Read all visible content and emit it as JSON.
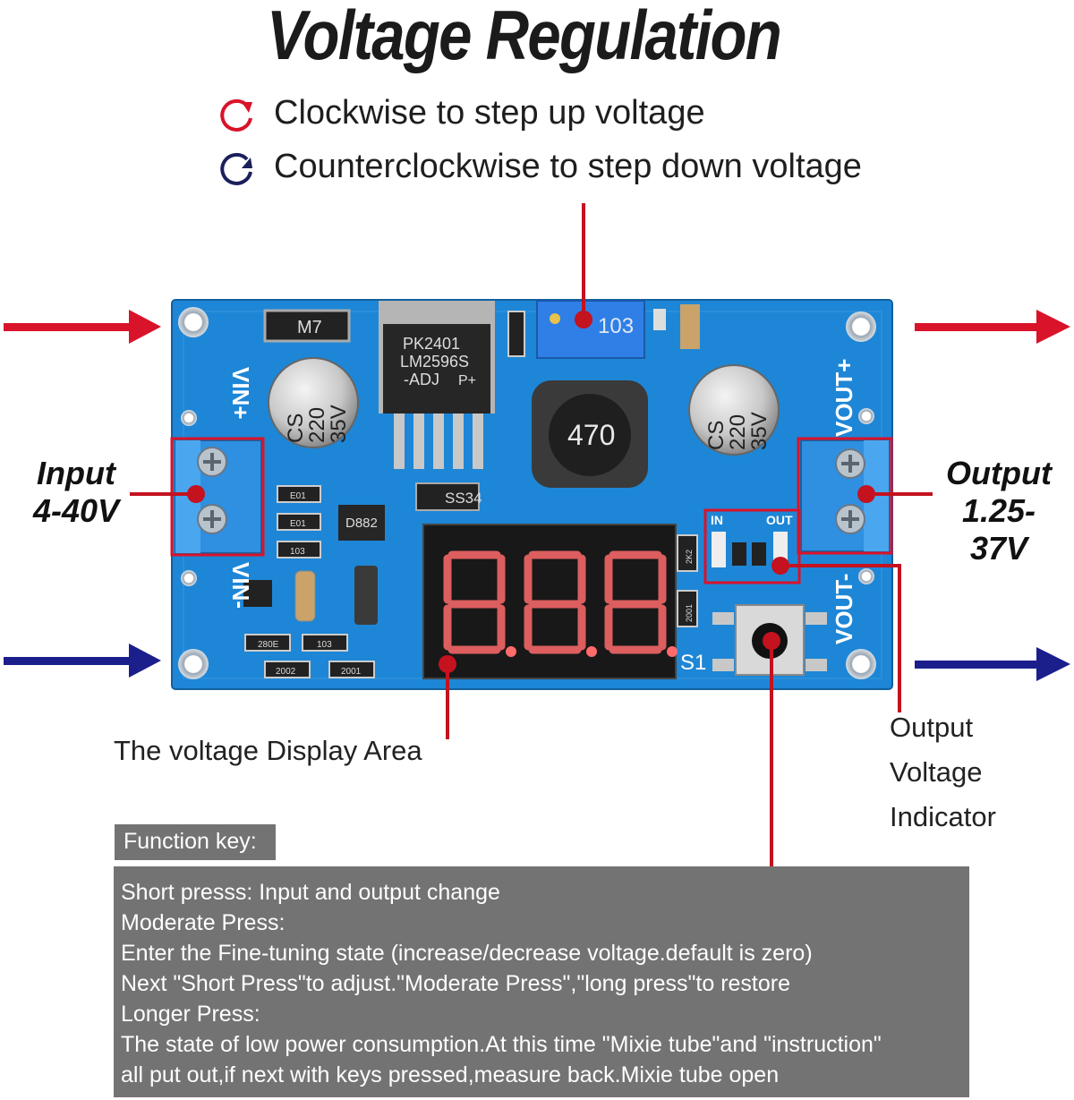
{
  "title": "Voltage Regulation",
  "legend": {
    "clockwise": "Clockwise to step up voltage",
    "counterclockwise": "Counterclockwise to step down voltage"
  },
  "labels": {
    "input_line1": "Input",
    "input_line2": "4-40V",
    "output_line1": "Output",
    "output_line2": "1.25-37V",
    "display_area": "The voltage Display Area",
    "indicator_line1": "Output",
    "indicator_line2": "Voltage",
    "indicator_line3": "Indicator"
  },
  "board": {
    "vin_plus": "VIN+",
    "vin_minus": "VIN-",
    "vout_plus": "VOUT+",
    "vout_minus": "VOUT-",
    "chip_line1": "PK2401",
    "chip_line2": "LM2596S",
    "chip_line3": "-ADJ",
    "chip_mark": "P+",
    "pot_value": "103",
    "inductor": "470",
    "cap_line1": "CS",
    "cap_line2": "220",
    "cap_line3": "35V",
    "diode_m7": "M7",
    "diode_ss34": "SS34",
    "transistor": "D882",
    "switch_label": "S1",
    "led_in": "IN",
    "led_out": "OUT",
    "resistor_e01": "E01",
    "resistor_103": "103",
    "resistor_280e": "280E",
    "resistor_2002": "2002",
    "resistor_2001": "2001",
    "resistor_2k2": "2K2"
  },
  "function_key": {
    "heading": "Function key:",
    "lines": [
      "Short presss: Input and output change",
      "Moderate Press:",
      "Enter the Fine-tuning state (increase/decrease voltage.default is zero)",
      "Next \"Short  Press\"to adjust.\"Moderate Press\",\"long press\"to restore",
      "Longer Press:",
      "The state of low power consumption.At this time \"Mixie tube\"and \"instruction\"",
      "all put out,if next with keys pressed,measure back.Mixie tube open"
    ]
  },
  "colors": {
    "red_arrow": "#d9132a",
    "blue_arrow": "#1b1f8c",
    "board": "#1e86d6",
    "terminal": "#2f8fe0",
    "display_digits": "#ff6b6b",
    "callout_line": "#c4121f",
    "function_box": "#737373"
  }
}
